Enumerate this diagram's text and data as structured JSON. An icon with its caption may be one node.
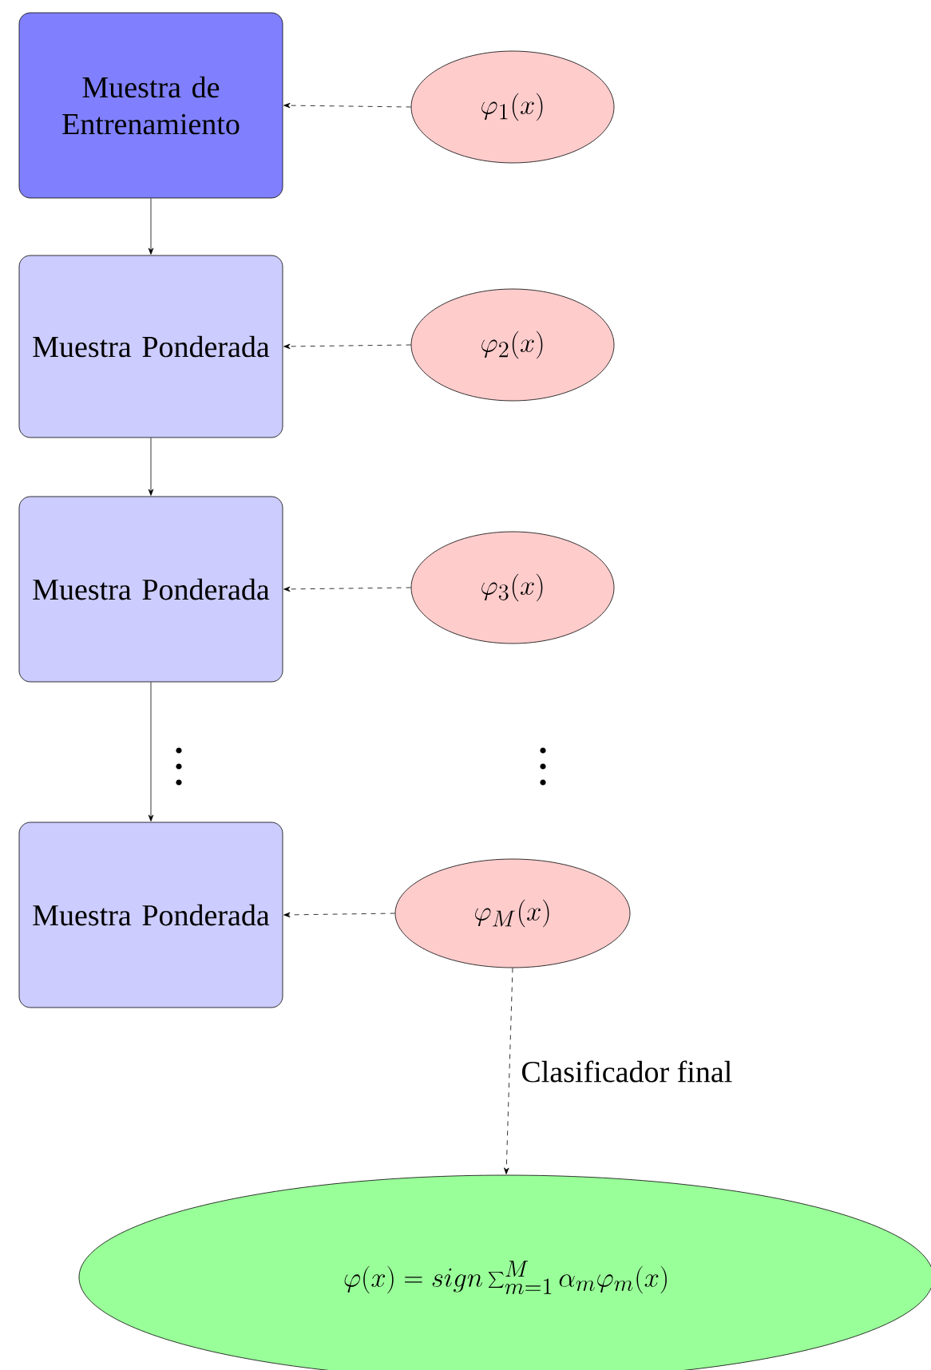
{
  "diagram": {
    "nodes": [
      {
        "text": [
          "Muestra de Entrenamiento"
        ]
      },
      {
        "text": [
          "\\varphi_1(x)"
        ]
      },
      {
        "text": [
          "Muestra Ponderada"
        ]
      },
      {
        "text": [
          "\\varphi_2(x)"
        ]
      },
      {
        "text": [
          "Muestra Ponderada"
        ]
      },
      {
        "text": [
          "\\varphi_3(x)"
        ]
      },
      {
        "text": [
          "Muestra Ponderada"
        ]
      },
      {
        "text": [
          "\\varphi_M(x)"
        ]
      },
      {
        "text": [
          "\\varphi(x) = sign\\sum_{m=1}^{M} \\alpha_m \\varphi_m(x)"
        ]
      }
    ],
    "edges": [
      {
        "from": 0,
        "to": 2,
        "arrow": "to"
      },
      {
        "from": 2,
        "to": 4,
        "arrow": "to"
      },
      {
        "from": 4,
        "to": 6,
        "arrow": "to"
      },
      {
        "from": 1,
        "to": 0,
        "arrow": "to",
        "style": "dashed"
      },
      {
        "from": 3,
        "to": 2,
        "arrow": "to",
        "style": "dashed"
      },
      {
        "from": 5,
        "to": 4,
        "arrow": "to",
        "style": "dashed"
      },
      {
        "from": 7,
        "to": 6,
        "arrow": "to",
        "style": "dashed"
      },
      {
        "from": 7,
        "to": 8,
        "arrow": "to",
        "style": "dashed",
        "label": "Clasificador final"
      }
    ]
  }
}
